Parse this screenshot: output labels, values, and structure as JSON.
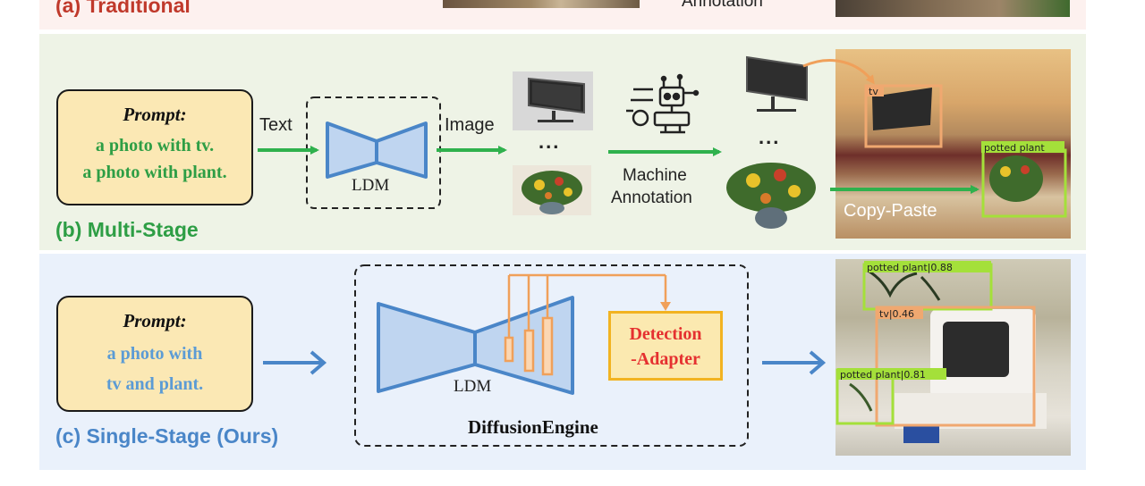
{
  "sections": {
    "a": {
      "label": "(a) Traditional",
      "annotation_fragment": "Annotation"
    },
    "b": {
      "label": "(b) Multi-Stage"
    },
    "c": {
      "label": "(c) Single-Stage (Ours)"
    }
  },
  "multi_stage": {
    "prompt_title": "Prompt:",
    "prompt_lines": [
      "a photo with tv.",
      "a photo with plant."
    ],
    "text_label": "Text",
    "model_label": "LDM",
    "image_label": "Image",
    "ellipsis": "...",
    "machine_annotation": [
      "Machine",
      "Annotation"
    ],
    "copy_paste": "Copy-Paste",
    "detections": [
      "tv",
      "potted plant"
    ]
  },
  "single_stage": {
    "prompt_title": "Prompt:",
    "prompt_lines": [
      "a photo with",
      "tv and plant."
    ],
    "model_label": "LDM",
    "adapter_lines": [
      "Detection",
      "-Adapter"
    ],
    "engine_label": "DiffusionEngine",
    "detections": [
      "potted plant|0.88",
      "tv|0.46",
      "potted plant|0.81"
    ]
  },
  "colors": {
    "multi_stage_green": "#2e9e45",
    "single_stage_blue": "#4a86c8",
    "traditional_red": "#c0392b",
    "adapter_orange": "#f2a05a",
    "detection_green": "#a4e03a",
    "detection_orange": "#f0a870"
  }
}
